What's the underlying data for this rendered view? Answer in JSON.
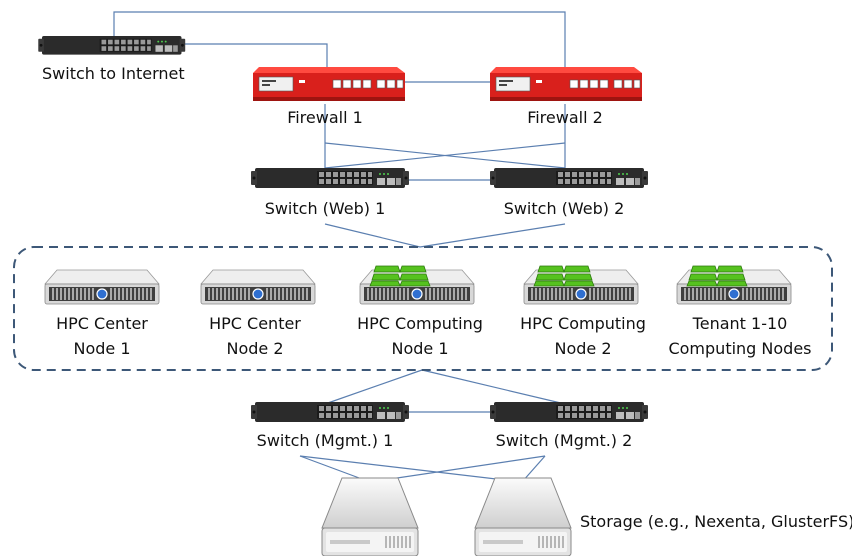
{
  "colors": {
    "link": "#5b7fb0",
    "switch_body": "#2b2b2b",
    "firewall_body": "#d9201c",
    "server_body": "#d8d8d8",
    "compute_module": "#56c21f",
    "group_border": "#3d5878"
  },
  "icons": {
    "switch": "network-switch-icon",
    "firewall": "firewall-appliance-icon",
    "server": "rack-server-icon",
    "compute_server": "compute-server-icon",
    "storage": "hard-drive-icon"
  },
  "labels": {
    "switch_internet": "Switch to Internet",
    "firewall_1": "Firewall 1",
    "firewall_2": "Firewall 2",
    "switch_web_1": "Switch (Web) 1",
    "switch_web_2": "Switch (Web) 2",
    "hpc_center_1": [
      "HPC Center",
      "Node 1"
    ],
    "hpc_center_2": [
      "HPC Center",
      "Node 2"
    ],
    "hpc_computing_1": [
      "HPC Computing",
      "Node 1"
    ],
    "hpc_computing_2": [
      "HPC Computing",
      "Node 2"
    ],
    "tenant_nodes": [
      "Tenant 1-10",
      "Computing Nodes"
    ],
    "switch_mgmt_1": "Switch (Mgmt.) 1",
    "switch_mgmt_2": "Switch (Mgmt.) 2",
    "storage": "Storage (e.g., Nexenta, GlusterFS)"
  }
}
